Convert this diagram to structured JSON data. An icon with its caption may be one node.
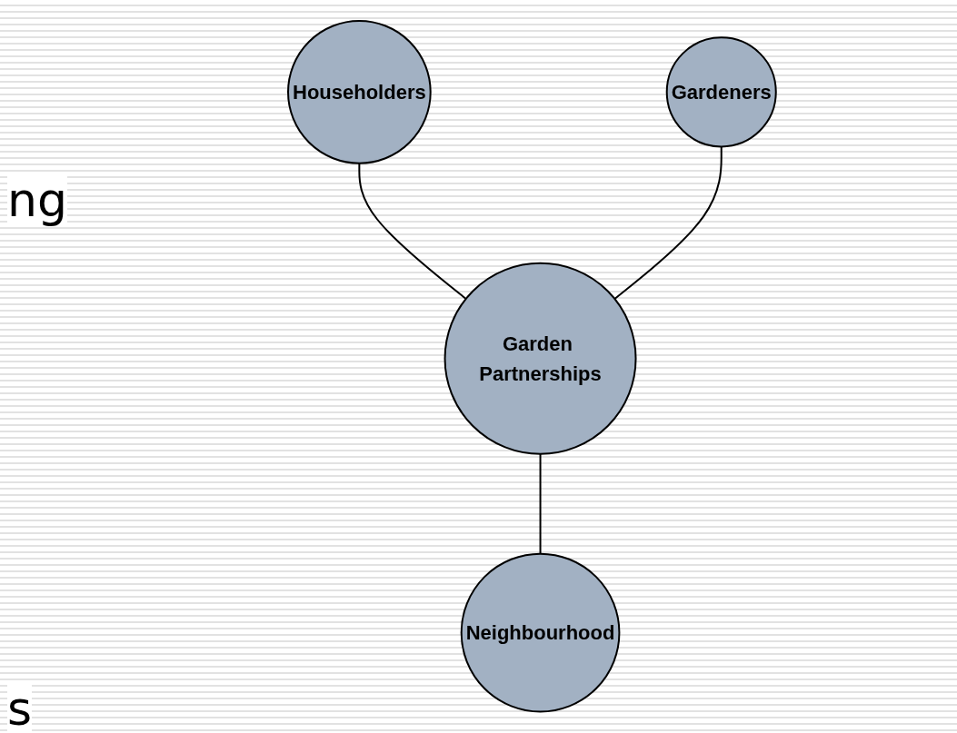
{
  "diagram": {
    "nodes": [
      {
        "text": [
          "Householders"
        ]
      },
      {
        "text": [
          "Gardeners"
        ]
      },
      {
        "text": [
          "Garden Partnerships"
        ]
      },
      {
        "text": [
          "Neighbourhood"
        ]
      }
    ],
    "edges": [
      {
        "from": 0,
        "to": 2,
        "arrow": "none"
      },
      {
        "from": 1,
        "to": 2,
        "arrow": "none"
      },
      {
        "from": 2,
        "to": 3,
        "arrow": "none"
      }
    ],
    "labels": [
      "ng",
      "s"
    ]
  }
}
